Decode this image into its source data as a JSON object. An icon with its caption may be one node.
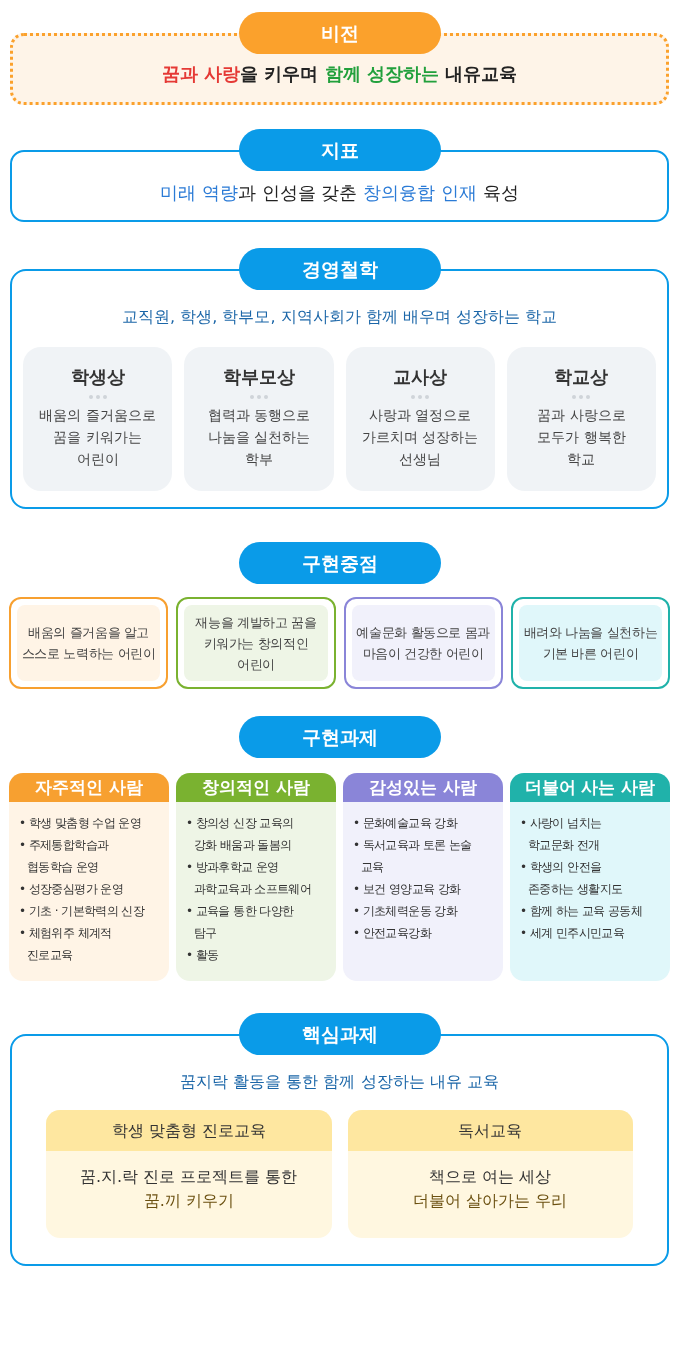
{
  "diagram": {
    "nodes": [
      {
        "text": [
          "비전"
        ]
      },
      {
        "text": [
          "**꿈과 사랑**을 키우며 *함께 성장하는* 내유교육"
        ]
      },
      {
        "text": [
          "지표"
        ]
      },
      {
        "text": [
          "**미래 역량**과 인성을 갖춘 **창의융합 인재** 육성"
        ]
      },
      {
        "text": [
          "경영철학"
        ]
      },
      {
        "text": [
          "교직원, 학생, 학부모, 지역사회가 함께 배우며 성장하는 학교"
        ]
      },
      {
        "in": 5,
        "text": [
          "학생상",
          "배움의 즐거움으로 꿈을 키워가는 어린이"
        ]
      },
      {
        "in": 5,
        "text": [
          "학부모상",
          "협력과 동행으로 나눔을 실천하는 학부"
        ]
      },
      {
        "in": 5,
        "text": [
          "교사상",
          "사랑과 열정으로 가르치며 성장하는 선생님"
        ]
      },
      {
        "in": 5,
        "text": [
          "학교상",
          "꿈과 사랑으로 모두가 행복한 학교"
        ]
      },
      {
        "text": [
          "구현중점"
        ]
      },
      {
        "text": [
          "배움의 즐거움을 알고 스스로 노력하는 어린이"
        ]
      },
      {
        "text": [
          "재능을 계발하고 꿈을 키워가는 창의적인 어린이"
        ]
      },
      {
        "text": [
          "예술문화 활동으로 몸과 마음이 건강한 어린이"
        ]
      },
      {
        "text": [
          "배려와 나눔을 실천하는 기본 바른 어린이"
        ]
      },
      {
        "text": [
          "구현과제"
        ]
      },
      {
        "text": [
          "자주적인 사람",
          "• 학생 맞춤형 수업 운영",
          "• 주제통합학습과 협동학습 운영",
          "• 성장중심평가 운영",
          "• 기초 · 기본학력의 신장",
          "• 체험위주 체계적 진로교육"
        ]
      },
      {
        "text": [
          "창의적인 사람",
          "• 창의성 신장 교육의 강화 배움과 돌봄의",
          "• 방과후학교 운영 과학교육과 소프트웨어",
          "• 교육을 통한 다양한 탐구",
          "• 활동"
        ]
      },
      {
        "text": [
          "감성있는 사람",
          "• 문화예술교육 강화",
          "• 독서교육과 토론 논술 교육",
          "• 보건 영양교육 강화",
          "• 기초체력운동 강화",
          "• 안전교육강화"
        ]
      },
      {
        "text": [
          "더불어 사는 사람",
          "• 사랑이 넘치는 학교문화 전개",
          "• 학생의 안전을 존중하는 생활지도",
          "• 함께 하는 교육 공동체",
          "• 세계 민주시민교육"
        ]
      },
      {
        "text": [
          "핵심과제"
        ]
      },
      {
        "text": [
          "꿈지락 활동을 통한 함께 성장하는 내유 교육"
        ]
      },
      {
        "in": 21,
        "text": [
          "학생 맞춤형 진로교육",
          "꿈.지.락 진로 프로젝트를 통한",
          "꿈.끼 키우기"
        ]
      },
      {
        "in": 21,
        "text": [
          "독서교육",
          "책으로 여는 세상",
          "더불어 살아가는 우리"
        ]
      }
    ]
  }
}
